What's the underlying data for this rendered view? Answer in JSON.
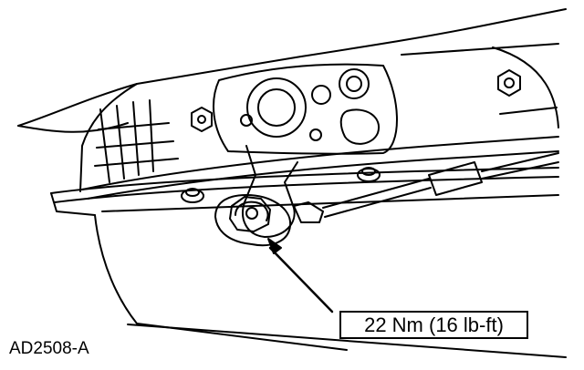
{
  "figure": {
    "callout": "22 Nm (16 lb-ft)",
    "code": "AD2508-A"
  },
  "colors": {
    "line": "#000000",
    "background": "#ffffff"
  },
  "components": [
    "transmission-case",
    "oil-pan",
    "manual-lever",
    "lever-nut",
    "shift-cable",
    "cable-bracket-bolts",
    "mounting-bolts"
  ]
}
